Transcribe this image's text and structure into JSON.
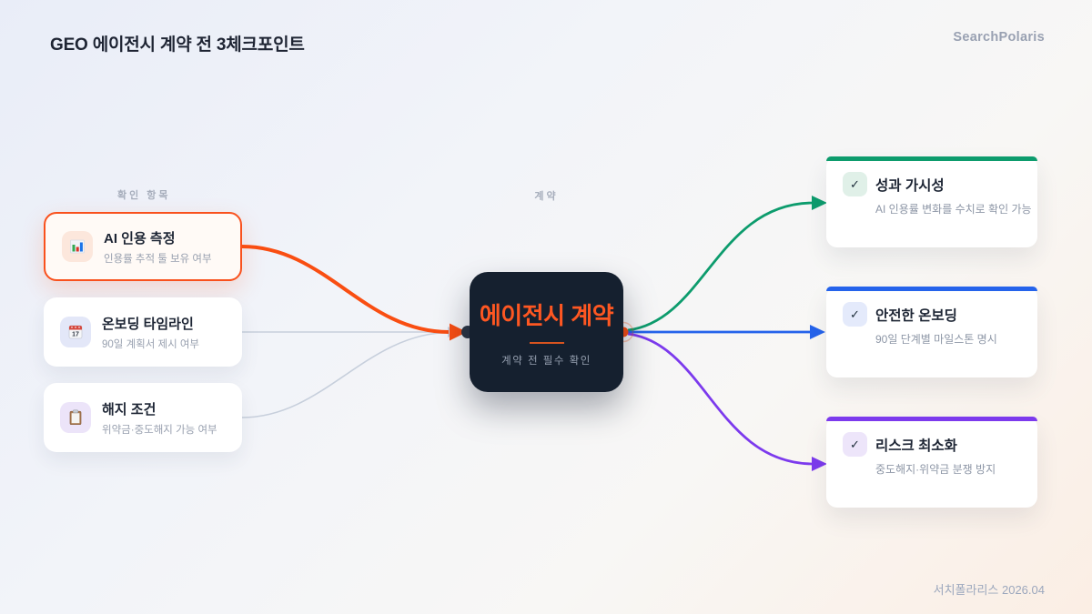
{
  "header": {
    "title": "GEO 에이전시 계약 전 3체크포인트",
    "brand": "SearchPolaris"
  },
  "labels": {
    "left_column": "확인 항목",
    "center_column": "계약"
  },
  "left_cards": [
    {
      "title": "AI 인용 측정",
      "subtitle": "인용률 추적 툴 보유 여부",
      "icon": "bar-chart-icon",
      "highlighted": true
    },
    {
      "title": "온보딩 타임라인",
      "subtitle": "90일 계획서 제시 여부",
      "icon": "calendar-icon",
      "highlighted": false
    },
    {
      "title": "해지 조건",
      "subtitle": "위약금·중도해지 가능 여부",
      "icon": "clipboard-icon",
      "highlighted": false
    }
  ],
  "center_card": {
    "title": "에이전시 계약",
    "subtitle": "계약 전 필수 확인"
  },
  "right_cards": [
    {
      "title": "성과 가시성",
      "subtitle": "AI 인용률 변화를 수치로 확인 가능",
      "check": "✓",
      "accent": "#0d9c6d",
      "chip_bg": "#e0f0e8"
    },
    {
      "title": "안전한 온보딩",
      "subtitle": "90일 단계별 마일스톤 명시",
      "check": "✓",
      "accent": "#2563eb",
      "chip_bg": "#e4eafb"
    },
    {
      "title": "리스크 최소화",
      "subtitle": "중도해지·위약금 분쟁 방지",
      "check": "✓",
      "accent": "#7c3aed",
      "chip_bg": "#ede5fa"
    }
  ],
  "footer": {
    "credit": "서치폴라리스 2026.04"
  },
  "calendar_day": "17",
  "colors": {
    "accent_orange": "#f94e12",
    "wire_gray": "#c7cfdc",
    "green": "#0d9c6d",
    "blue": "#2563eb",
    "purple": "#7c3aed",
    "node_dark": "#15202f",
    "handle_dark": "#2b3645"
  }
}
